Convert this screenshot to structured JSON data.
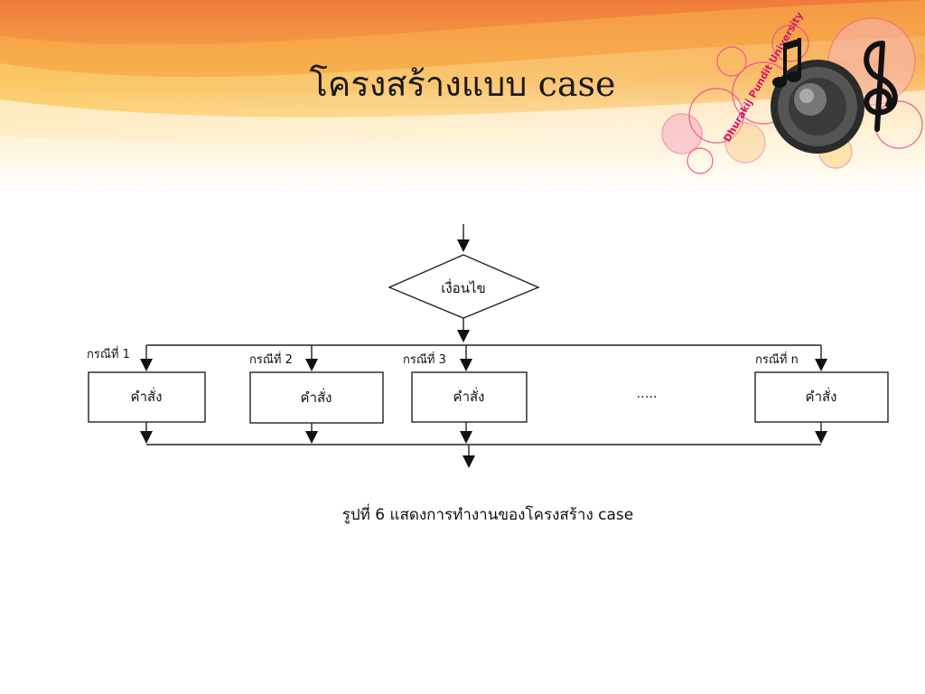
{
  "slide": {
    "title": "โครงสร้างแบบ case"
  },
  "logo": {
    "text": "Dhurakij Pundit University"
  },
  "flowchart": {
    "condition_label": "เงื่อนไข",
    "cases": [
      {
        "case_label": "กรณีที่ 1",
        "statement_label": "คำสั่ง"
      },
      {
        "case_label": "กรณีที่ 2",
        "statement_label": "คำสั่ง"
      },
      {
        "case_label": "กรณีที่ 3",
        "statement_label": "คำสั่ง"
      },
      {
        "case_label": "กรณีที่ n",
        "statement_label": "คำสั่ง"
      }
    ],
    "ellipsis": "…..",
    "caption": "รูปที่ 6 แสดงการทำงานของโครงสร้าง case"
  },
  "colors": {
    "header_orange": "#f39a3a",
    "header_yellow": "#fbd36a",
    "accent_pink": "#ee6aa0",
    "line": "#222222"
  }
}
